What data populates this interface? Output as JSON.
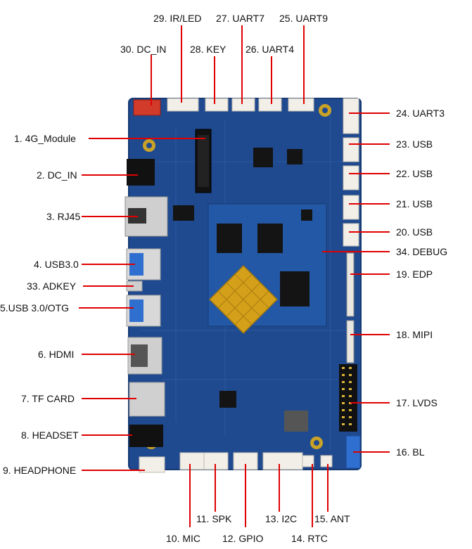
{
  "colors": {
    "board": "#1f4a8f",
    "board_dark": "#173a73",
    "leader": "#e00000",
    "connector": "#f2efe9",
    "heatsink": "#d4a01a",
    "chip": "#141414"
  },
  "labels": {
    "l1": "1. 4G_Module",
    "l2": "2.  DC_IN",
    "l3": "3. RJ45",
    "l4": "4. USB3.0",
    "l5": "5.USB 3.0/OTG",
    "l6": "6.  HDMI",
    "l7": "7.  TF CARD",
    "l8": "8.  HEADSET",
    "l9": "9.  HEADPHONE",
    "l10": "10. MIC",
    "l11": "11. SPK",
    "l12": "12. GPIO",
    "l13": "13.  I2C",
    "l14": "14. RTC",
    "l15": "15. ANT",
    "l16": "16.  BL",
    "l17": "17. LVDS",
    "l18": "18. MIPI",
    "l19": "19. EDP",
    "l20": "20.  USB",
    "l21": "21. USB",
    "l22": "22. USB",
    "l23": "23. USB",
    "l24": "24. UART3",
    "l25": "25.  UART9",
    "l26": "26. UART4",
    "l27": "27. UART7",
    "l28": "28. KEY",
    "l29": "29. IR/LED",
    "l30": "30. DC_IN",
    "l33": "33.  ADKEY",
    "l34": "34. DEBUG"
  }
}
